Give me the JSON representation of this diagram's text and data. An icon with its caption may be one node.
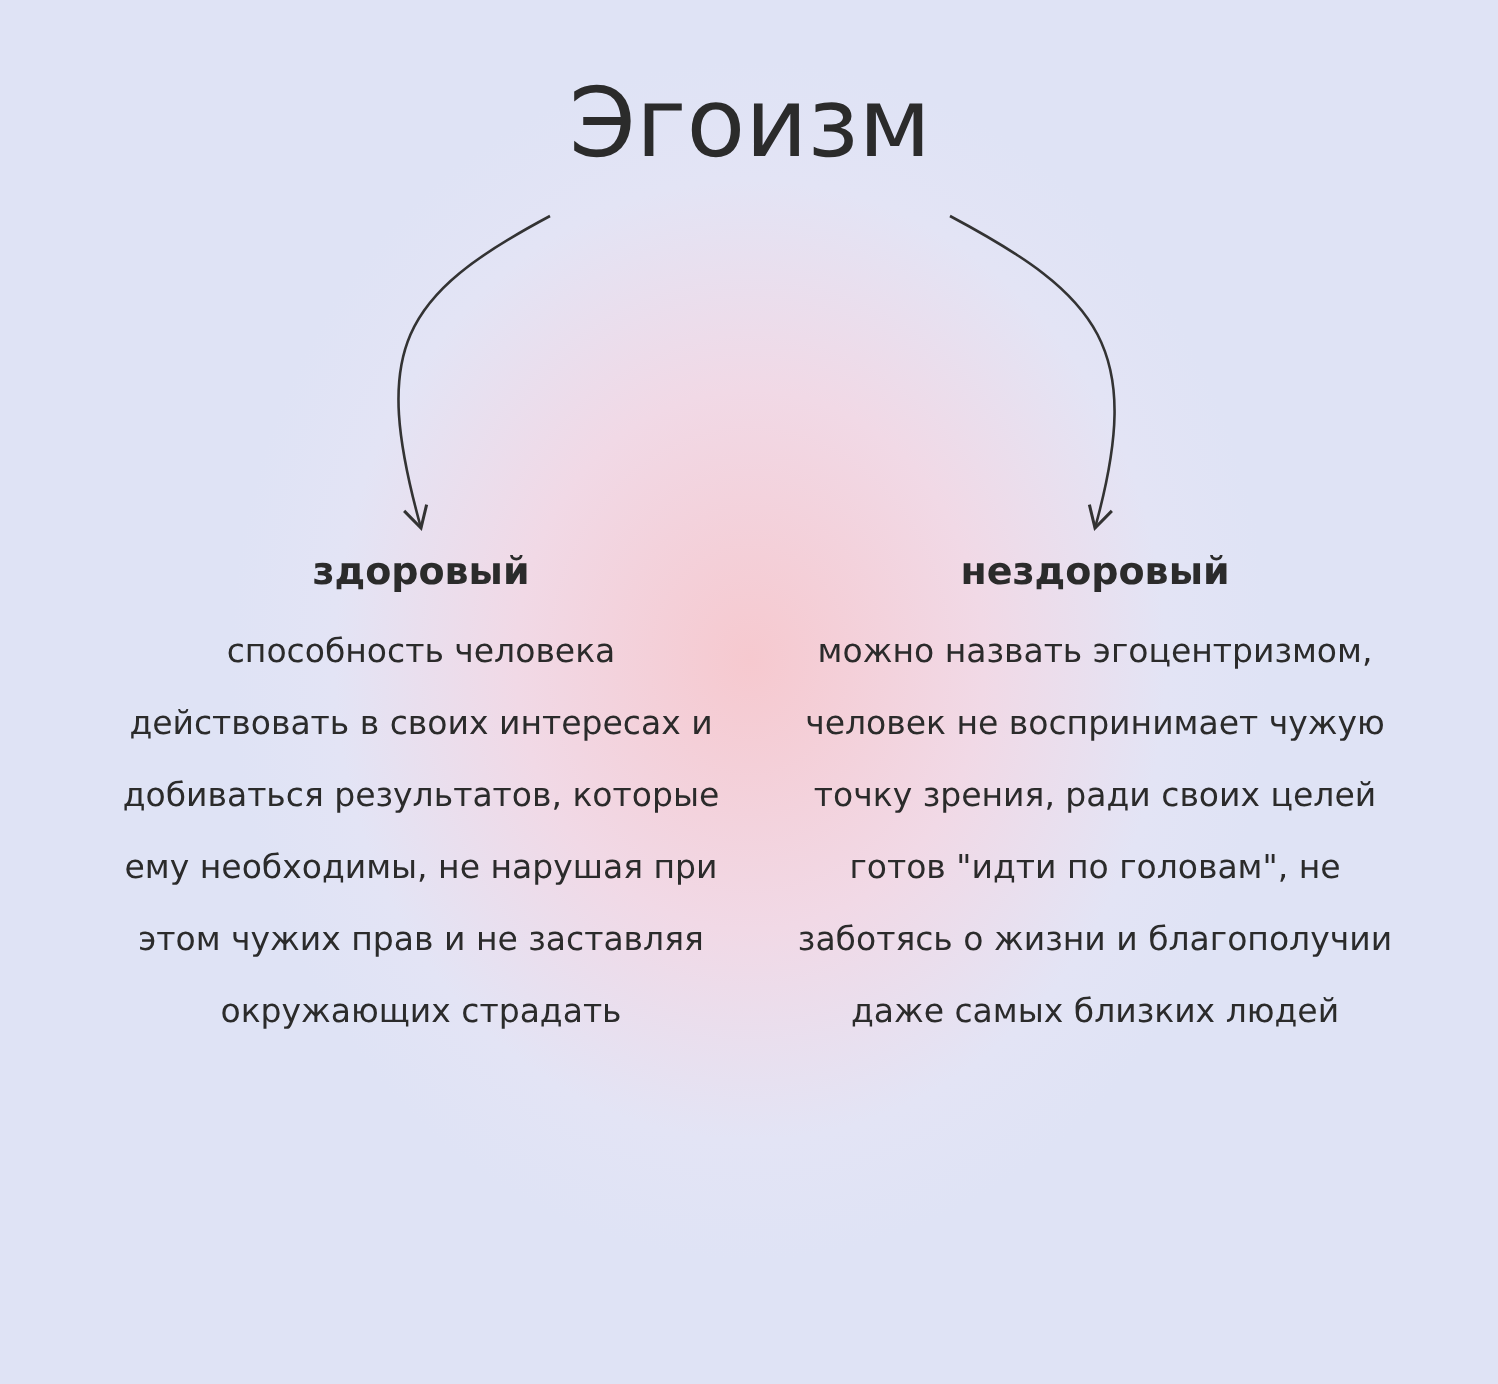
{
  "diagram": {
    "nodes": [
      {
        "text": [
          "Эгоизм"
        ]
      },
      {
        "text": [
          "здоровый",
          "способность человека действовать в своих интересах и добиваться результатов, которые ему необходимы, не нарушая при этом чужих прав и не заставляя окружающих страдать"
        ]
      },
      {
        "text": [
          "нездоровый",
          "можно назвать эгоцентризмом, человек не воспринимает чужую точку зрения, ради своих целей готов \"идти по головам\", не заботясь о жизни и благополучии даже самых близких людей"
        ]
      }
    ],
    "edges": [
      {
        "from": 0,
        "to": 1,
        "arrow": "to"
      },
      {
        "from": 0,
        "to": 2,
        "arrow": "to"
      }
    ]
  }
}
